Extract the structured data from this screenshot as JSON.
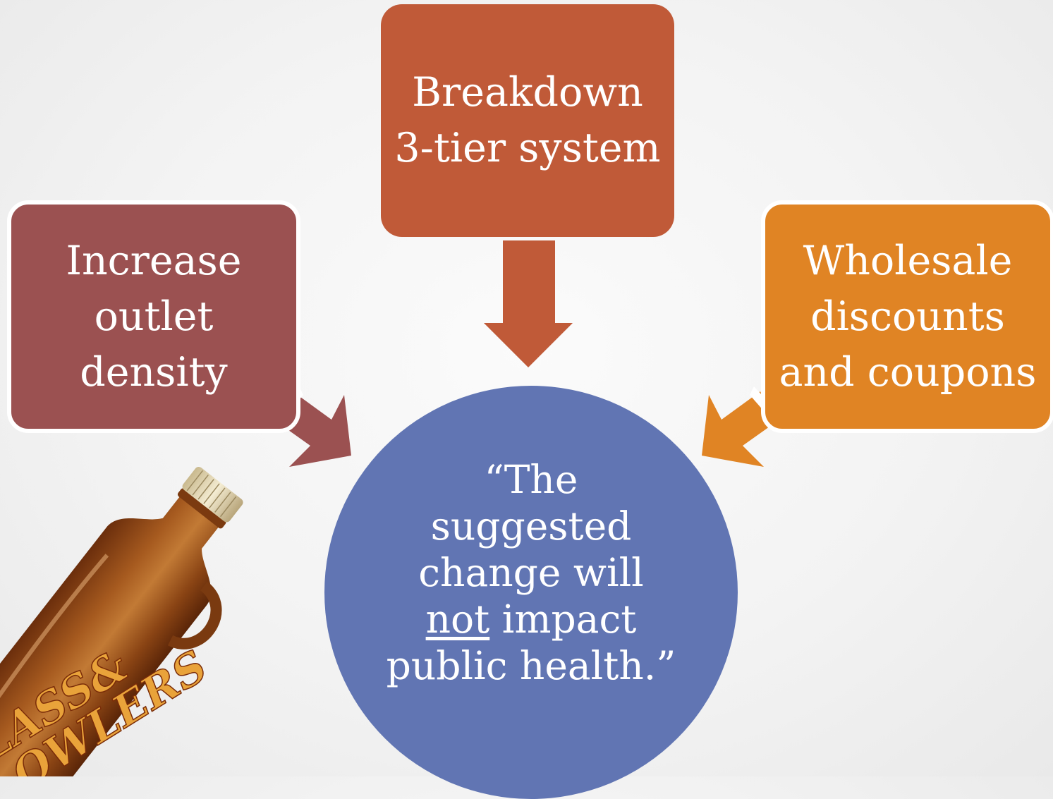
{
  "diagram": {
    "top_box": {
      "line1": "Breakdown",
      "line2": "3-tier system"
    },
    "left_box": {
      "line1": "Increase",
      "line2": "outlet",
      "line3": "density"
    },
    "right_box": {
      "line1": "Wholesale",
      "line2": "discounts",
      "line3": "and coupons"
    },
    "center": {
      "line1": "“The",
      "line2": "suggested",
      "line3": "change will",
      "line4_underlined": "not",
      "line4_rest": " impact",
      "line5": "public health.”"
    }
  },
  "image": {
    "label_line1": "LASS&",
    "label_line2": "OWLERS"
  },
  "colors": {
    "top_box": "#c05a38",
    "left_box": "#9b5151",
    "right_box": "#e08424",
    "center_circle": "#6175b3"
  }
}
